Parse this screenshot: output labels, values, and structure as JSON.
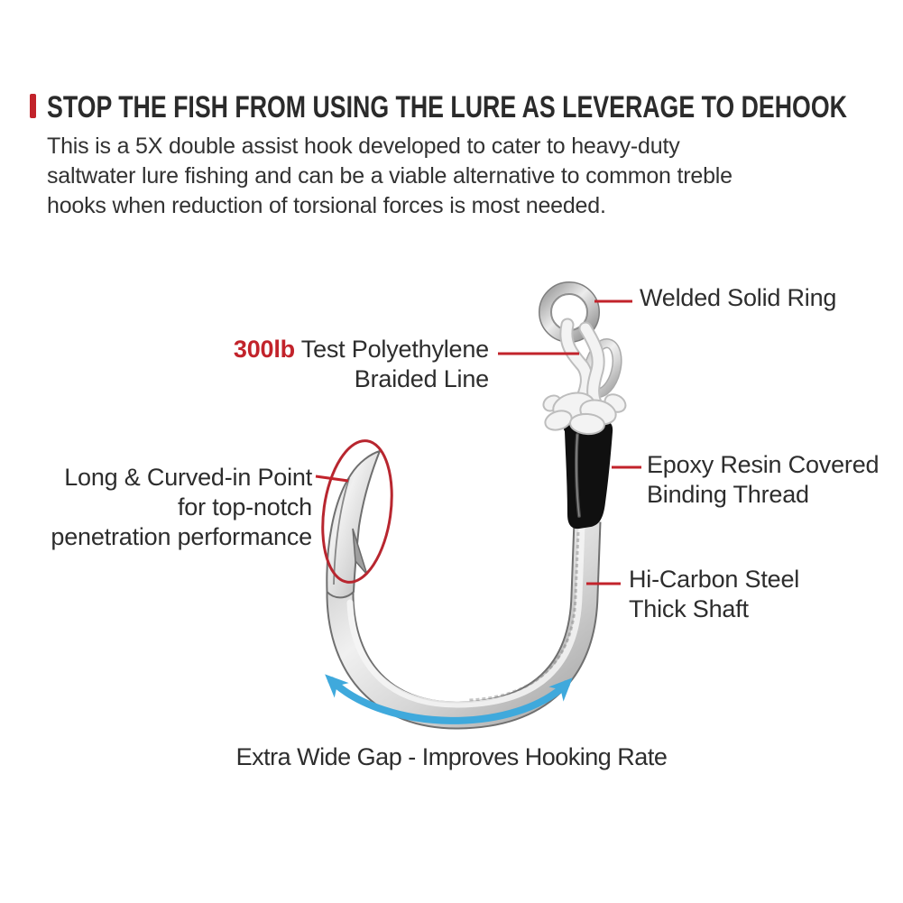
{
  "colors": {
    "accent_red": "#c2232b",
    "arrow_blue": "#3fa9dc",
    "text_dark": "#2d2d2d",
    "epoxy_black": "#101010",
    "steel_silver": "#d9d9d9"
  },
  "header": {
    "title": "STOP THE FISH FROM USING THE LURE AS LEVERAGE TO DEHOOK",
    "description_lines": [
      "This is a 5X double assist hook developed to cater to heavy-duty",
      "saltwater lure fishing and can be a viable alternative to common treble",
      "hooks when reduction of torsional forces is most needed."
    ]
  },
  "diagram": {
    "callouts": {
      "welded_ring": {
        "label": "Welded Solid Ring"
      },
      "braided_line": {
        "strength": "300lb",
        "line1_rest": " Test Polyethylene",
        "line2": "Braided Line"
      },
      "hook_point": {
        "line1": "Long & Curved-in Point",
        "line2": "for top-notch",
        "line3": "penetration performance"
      },
      "binding_thread": {
        "line1": "Epoxy Resin Covered",
        "line2": "Binding Thread"
      },
      "shaft": {
        "line1": "Hi-Carbon Steel",
        "line2": "Thick Shaft"
      },
      "gap": {
        "label": "Extra Wide Gap - Improves Hooking Rate"
      }
    }
  }
}
